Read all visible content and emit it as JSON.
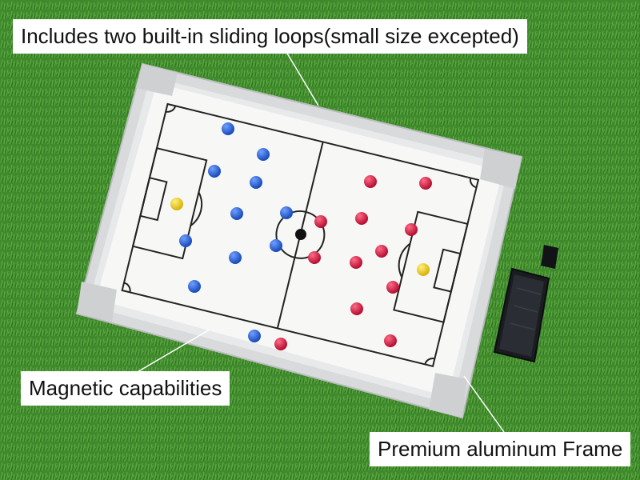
{
  "callouts": {
    "sliding_loops": "Includes two built-in sliding loops(small size excepted)",
    "magnetic": "Magnetic capabilities",
    "frame": "Premium aluminum Frame"
  },
  "colors": {
    "grass": "#3f8a2c",
    "board": "#f6f6f4",
    "frame": "#d9dadb",
    "blue_team": "#1f5fd6",
    "red_team": "#d8123c",
    "goalkeeper": "#f2d21a",
    "pen_holder": "#1a1c20"
  }
}
